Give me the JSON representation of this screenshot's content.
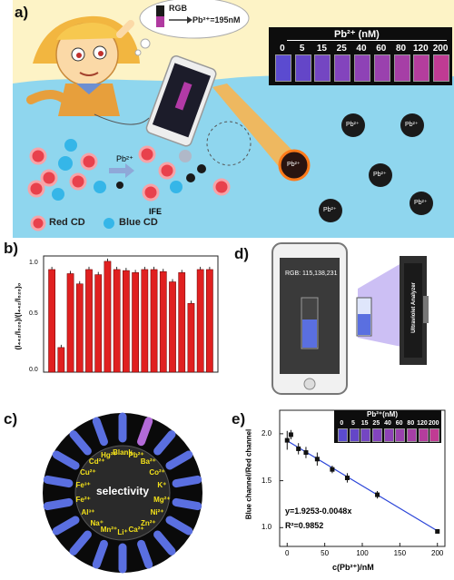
{
  "panels": {
    "a": "a)",
    "b": "b)",
    "c": "c)",
    "d": "d)",
    "e": "e)"
  },
  "panel_a": {
    "bubble_rgb": "RGB",
    "bubble_result": "Pb²⁺=195nM",
    "strip_title": "Pb²⁺ (nM)",
    "strip_concs": [
      "0",
      "5",
      "15",
      "25",
      "40",
      "60",
      "80",
      "120",
      "200"
    ],
    "pb_label": "Pb²⁺",
    "ife_label": "IFE",
    "legend_red": "Red CD",
    "legend_blue": "Blue CD",
    "colors": {
      "sky": "#fdf3c6",
      "water": "#8fd6ee",
      "red_cd": "#e8414c",
      "blue_cd": "#35b6e8"
    }
  },
  "panel_b": {
    "ylabel": "(I₄₄₂/I₆₂₀)/(I₄₄₂/I₆₂₀)₀",
    "yticks": [
      "0.0",
      "0.5",
      "1.0"
    ],
    "bar_color": "#e02020"
  },
  "panel_c": {
    "center": "selectivity",
    "ions": [
      "Blank",
      "Pb²⁺",
      "Ba²⁺",
      "Co²⁺",
      "K⁺",
      "Mg²⁺",
      "Ni²⁺",
      "Zn²⁺",
      "Ca²⁺",
      "Li⁺",
      "Mn²⁺",
      "Na⁺",
      "Al³⁺",
      "Fe²⁺",
      "Fe³⁺",
      "Cu²⁺",
      "Cd²⁺",
      "Hg²⁺"
    ]
  },
  "panel_d": {
    "phone_rgb": "RGB: 115,138,231",
    "analyzer": "Ultraviolet Analyzer"
  },
  "panel_e": {
    "ylabel": "Blue channel/Red channel",
    "xlabel": "c(Pb²⁺)/nM",
    "equation": "y=1.9253-0.0048x",
    "r2": "R²=0.9852",
    "inset_title": "Pb²⁺(nM)",
    "inset_concs": [
      "0",
      "5",
      "15",
      "25",
      "40",
      "60",
      "80",
      "120",
      "200"
    ],
    "xticks": [
      "0",
      "50",
      "100",
      "150",
      "200"
    ],
    "yticks": [
      "1.0",
      "1.5",
      "2.0"
    ]
  },
  "chart_data": {
    "type": "scatter",
    "xlabel": "c(Pb²⁺)/nM",
    "ylabel": "Blue channel/Red channel",
    "xlim": [
      -10,
      210
    ],
    "ylim": [
      0.8,
      2.25
    ],
    "x": [
      0,
      5,
      15,
      25,
      40,
      60,
      80,
      120,
      200
    ],
    "y": [
      1.93,
      1.99,
      1.84,
      1.8,
      1.73,
      1.62,
      1.53,
      1.35,
      0.96
    ],
    "yerr": [
      0.1,
      0.05,
      0.06,
      0.06,
      0.07,
      0.04,
      0.05,
      0.04,
      0.02
    ],
    "fit": {
      "slope": -0.0048,
      "intercept": 1.9253
    }
  }
}
